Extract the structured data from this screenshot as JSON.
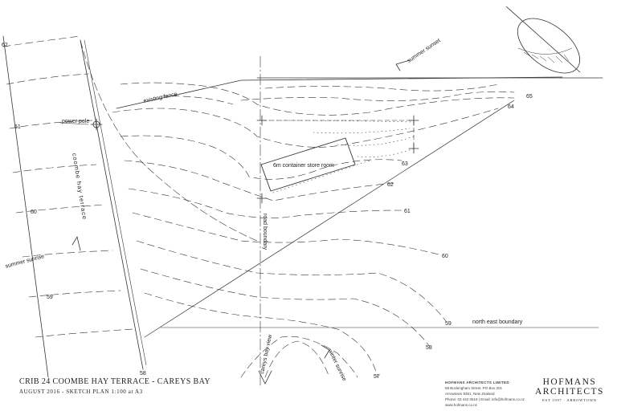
{
  "labels": {
    "summer_sunset": "summer sunset",
    "existing_fence": "existing fence",
    "power_pole": "power pole",
    "street": "coombe hay terrace",
    "container": "6m container store room",
    "road_boundary": "road boundary",
    "summer_sunrise": "summer sunrise",
    "north_east_boundary": "north east boundary",
    "careys_bay_view": "careys bay view",
    "winter_sunrise": "winter sunrise"
  },
  "contours": {
    "c62_left": "62",
    "c61_left": "61",
    "c60_left": "60",
    "c59_left": "59",
    "c58_bottom": "58",
    "c65": "65",
    "c64": "64",
    "c63": "63",
    "c62_mid": "62",
    "c61_mid": "61",
    "c60_right": "60",
    "c59_right": "59",
    "c58_right": "58",
    "c57": "57"
  },
  "title_block": {
    "title": "CRIB 24 COOMBE HAY TERRACE - CAREYS BAY",
    "subtitle": "AUGUST 2016 - SKETCH PLAN 1:100 at A3"
  },
  "firm": {
    "name": "HOFMANS ARCHITECTS LIMITED",
    "address1": "59 Buckingham Street, PO Box 201",
    "address2": "Arrowtown 9351, New Zealand",
    "contact": "Phone: 03 442 0519  |  Email: info@hofmans.co.nz",
    "web": "www.hofmans.co.nz"
  },
  "logo": {
    "line1": "HOFMANS",
    "line2": "ARCHITECTS",
    "line3": "EST 1997 · ARROWTOWN"
  }
}
